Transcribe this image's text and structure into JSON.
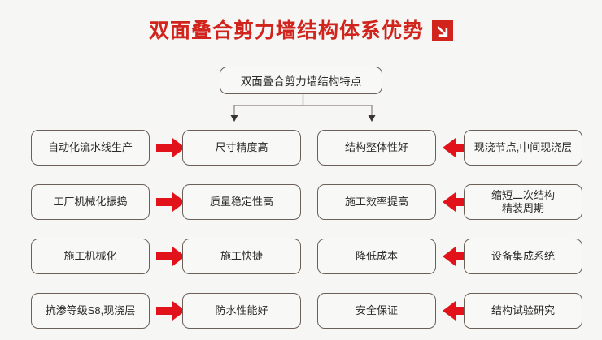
{
  "title": {
    "text": "双面叠合剪力墙结构体系优势",
    "badge_icon": "arrow-down-right-icon",
    "color": "#d0241c"
  },
  "root": {
    "label": "双面叠合剪力墙结构特点"
  },
  "colors": {
    "arrow_red": "#e2121a",
    "title_red": "#d0241c",
    "box_border": "#6b5f58",
    "box_fill": "#f8f8f6",
    "connector": "#9a938d",
    "page_background": "#f6f6f4"
  },
  "arrows": {
    "left_column_icon": "arrow-right-icon",
    "right_column_icon": "arrow-left-icon"
  },
  "rows": [
    {
      "left_cause": "自动化流水线生产",
      "left_effect": "尺寸精度高",
      "right_effect": "结构整体性好",
      "right_cause": "现浇节点,中间现浇层"
    },
    {
      "left_cause": "工厂机械化振捣",
      "left_effect": "质量稳定性高",
      "right_effect": "施工效率提高",
      "right_cause": "缩短二次结构\n精装周期"
    },
    {
      "left_cause": "施工机械化",
      "left_effect": "施工快捷",
      "right_effect": "降低成本",
      "right_cause": "设备集成系统"
    },
    {
      "left_cause": "抗渗等级S8,现浇层",
      "left_effect": "防水性能好",
      "right_effect": "安全保证",
      "right_cause": "结构试验研究"
    }
  ]
}
